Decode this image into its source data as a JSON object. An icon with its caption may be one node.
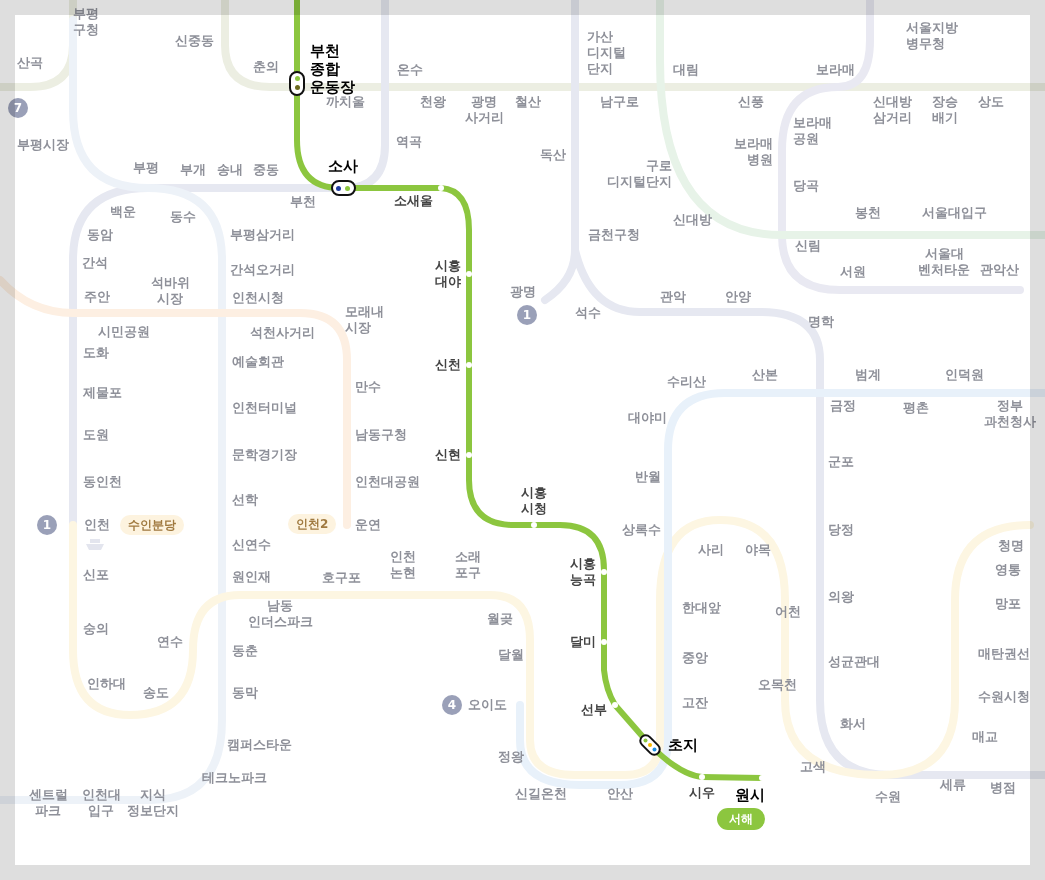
{
  "diagram": {
    "nodes": [
      {
        "text": [
          "부천 종합 운동장"
        ]
      },
      {
        "text": [
          "소사"
        ]
      },
      {
        "text": [
          "소새울"
        ]
      },
      {
        "text": [
          "시흥 대야"
        ]
      },
      {
        "text": [
          "신천"
        ]
      },
      {
        "text": [
          "신현"
        ]
      },
      {
        "text": [
          "시흥 시청"
        ]
      },
      {
        "text": [
          "시흥 능곡"
        ]
      },
      {
        "text": [
          "달미"
        ]
      },
      {
        "text": [
          "선부"
        ]
      },
      {
        "text": [
          "초지"
        ]
      },
      {
        "text": [
          "시우"
        ]
      },
      {
        "text": [
          "원시"
        ],
        "beside": [
          "서해"
        ]
      }
    ],
    "edges": [
      {
        "from": null,
        "to": 0,
        "arrow": "none"
      },
      {
        "from": 0,
        "to": 1,
        "arrow": "none"
      },
      {
        "from": 1,
        "to": 2,
        "arrow": "none"
      },
      {
        "from": 2,
        "to": 3,
        "arrow": "none"
      },
      {
        "from": 3,
        "to": 4,
        "arrow": "none"
      },
      {
        "from": 4,
        "to": 5,
        "arrow": "none"
      },
      {
        "from": 5,
        "to": 6,
        "arrow": "none"
      },
      {
        "from": 6,
        "to": 7,
        "arrow": "none"
      },
      {
        "from": 7,
        "to": 8,
        "arrow": "none"
      },
      {
        "from": 8,
        "to": 9,
        "arrow": "none"
      },
      {
        "from": 9,
        "to": 10,
        "arrow": "none"
      },
      {
        "from": 10,
        "to": 11,
        "arrow": "none"
      },
      {
        "from": 11,
        "to": 12,
        "arrow": "none"
      }
    ],
    "labels": [
      "부평 구청",
      "신중동",
      "서울지방 병무청",
      "산곡",
      "춘의",
      "온수",
      "가산 디지털 단지",
      "대림",
      "보라매",
      "7",
      "까치울",
      "천왕",
      "광명 사거리",
      "철산",
      "남구로",
      "신풍",
      "신대방 삼거리",
      "장승 배기",
      "상도",
      "부평시장",
      "역곡",
      "독산",
      "보라매 병원",
      "보라매 공원",
      "부평",
      "부개",
      "송내",
      "중동",
      "구로 디지털단지",
      "당곡",
      "백운",
      "동수",
      "부천",
      "신대방",
      "봉천",
      "서울대입구",
      "동암",
      "부평삼거리",
      "금천구청",
      "신림",
      "간석",
      "간석오거리",
      "서원",
      "서울대 벤처타운",
      "관악산",
      "주안",
      "석바위 시장",
      "인천시청",
      "광명",
      "관악",
      "안양",
      "시민공원",
      "석천사거리",
      "모래내 시장",
      "1",
      "석수",
      "명학",
      "도화",
      "예술회관",
      "제물포",
      "만수",
      "수리산",
      "산본",
      "범계",
      "인덕원",
      "인천터미널",
      "대야미",
      "금정",
      "평촌",
      "정부 과천청사",
      "도원",
      "남동구청",
      "문학경기장",
      "군포",
      "동인천",
      "인천대공원",
      "반월",
      "선학",
      "1",
      "인천",
      "수인분당",
      "인천2",
      "운연",
      "상록수",
      "당정",
      "신연수",
      "사리",
      "야목",
      "청명",
      "신포",
      "원인재",
      "호구포",
      "인천 논현",
      "소래 포구",
      "영통",
      "남동 인더스파크",
      "월곶",
      "한대앞",
      "어천",
      "의왕",
      "망포",
      "숭의",
      "연수",
      "동춘",
      "달월",
      "중앙",
      "성균관대",
      "매탄권선",
      "인하대",
      "송도",
      "동막",
      "4",
      "오이도",
      "고잔",
      "오목천",
      "수원시청",
      "화서",
      "캠퍼스타운",
      "매교",
      "정왕",
      "테크노파크",
      "고색",
      "센트럴 파크",
      "인천대 입구",
      "지식 정보단지",
      "신길온천",
      "안산",
      "수원",
      "세류",
      "병점"
    ]
  }
}
